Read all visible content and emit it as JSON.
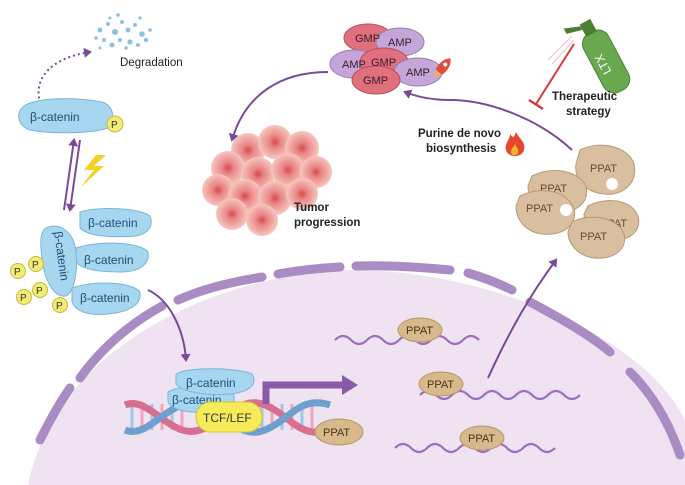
{
  "labels": {
    "degradation": "Degradation",
    "tumor_line1": "Tumor",
    "tumor_line2": "progression",
    "purine_line1": "Purine de novo",
    "purine_line2": "biosynthesis",
    "therapeutic_line1": "Therapeutic",
    "therapeutic_line2": "strategy",
    "drug": "LTX",
    "tcf_lef": "TCF/LEF"
  },
  "beta_catenin": "β-catenin",
  "phospho": "P",
  "ppat": "PPAT",
  "gmp": "GMP",
  "amp": "AMP",
  "colors": {
    "membrane": "#a98cc4",
    "nucleus_fill": "#efe3f2",
    "arrow": "#7b4a96",
    "beta_catenin_fill": "#9fd3ee",
    "ppat_fill": "#d8b98c",
    "gmp_fill": "#e0707e",
    "amp_fill": "#c4a6d8",
    "tumor": "#e98a8a",
    "tcf_fill": "#f6ec5a",
    "drug_green": "#6aa84f",
    "inhibit_red": "#d9383a"
  }
}
